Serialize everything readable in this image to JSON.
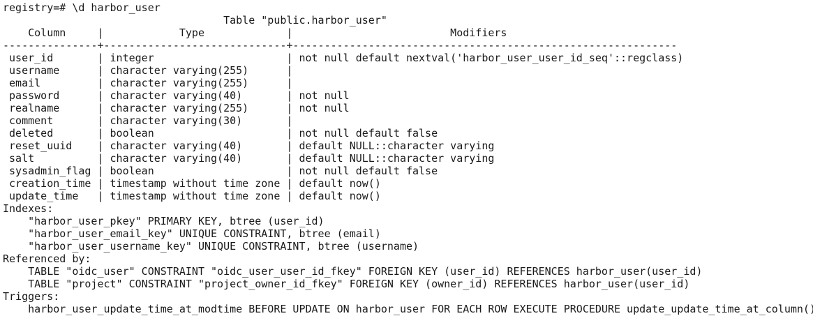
{
  "terminal": {
    "lines": [
      "registry=# \\d harbor_user",
      "                                   Table \"public.harbor_user\"",
      "    Column     |            Type             |                         Modifiers",
      "---------------+-----------------------------+-------------------------------------------------------------",
      " user_id       | integer                     | not null default nextval('harbor_user_user_id_seq'::regclass)",
      " username      | character varying(255)      |",
      " email         | character varying(255)      |",
      " password      | character varying(40)       | not null",
      " realname      | character varying(255)      | not null",
      " comment       | character varying(30)       |",
      " deleted       | boolean                     | not null default false",
      " reset_uuid    | character varying(40)       | default NULL::character varying",
      " salt          | character varying(40)       | default NULL::character varying",
      " sysadmin_flag | boolean                     | not null default false",
      " creation_time | timestamp without time zone | default now()",
      " update_time   | timestamp without time zone | default now()",
      "Indexes:",
      "    \"harbor_user_pkey\" PRIMARY KEY, btree (user_id)",
      "    \"harbor_user_email_key\" UNIQUE CONSTRAINT, btree (email)",
      "    \"harbor_user_username_key\" UNIQUE CONSTRAINT, btree (username)",
      "Referenced by:",
      "    TABLE \"oidc_user\" CONSTRAINT \"oidc_user_user_id_fkey\" FOREIGN KEY (user_id) REFERENCES harbor_user(user_id)",
      "    TABLE \"project\" CONSTRAINT \"project_owner_id_fkey\" FOREIGN KEY (owner_id) REFERENCES harbor_user(user_id)",
      "Triggers:",
      "    harbor_user_update_time_at_modtime BEFORE UPDATE ON harbor_user FOR EACH ROW EXECUTE PROCEDURE update_update_time_at_column()"
    ]
  }
}
